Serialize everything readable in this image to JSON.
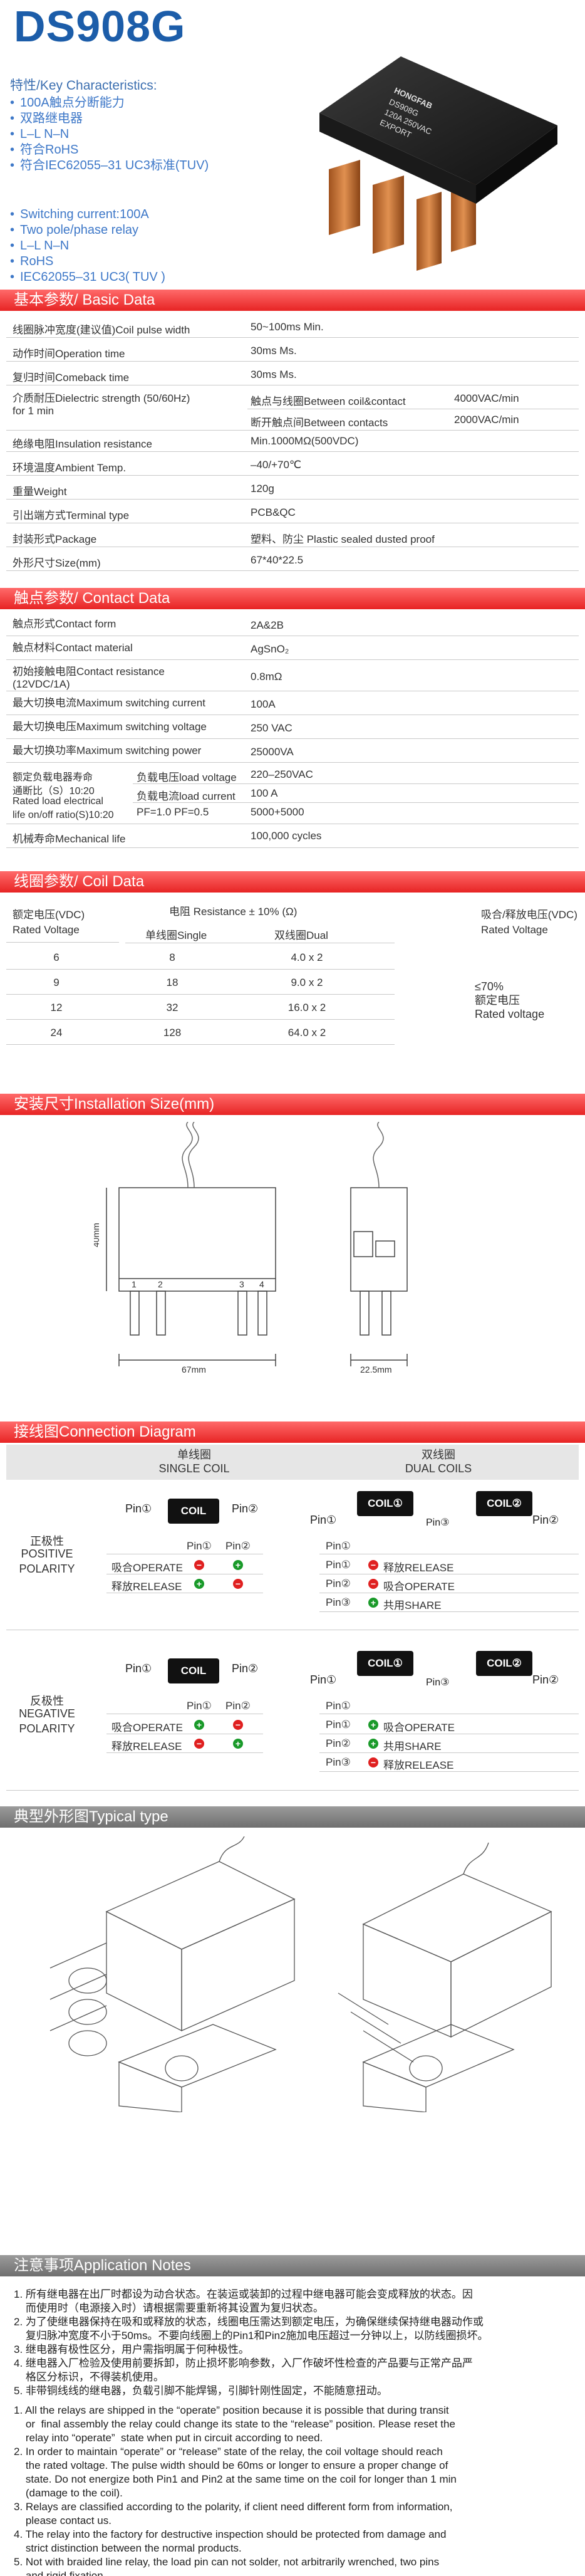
{
  "header": {
    "title": "DS908G",
    "key_characteristics_title": "特性/Key Characteristics:"
  },
  "features_cn": [
    "100A触点分断能力",
    "双路继电器",
    "L–L N–N",
    "符合RoHS",
    "符合IEC62055–31 UC3标准(TUV)"
  ],
  "features_en": [
    "Switching current:100A",
    "Two pole/phase relay",
    "L–L N–N",
    "RoHS",
    "IEC62055–31 UC3( TUV )"
  ],
  "product_image": {
    "label_lines": [
      "HONGFAB",
      "DS908G",
      "120A 250VAC",
      "EXPORT"
    ]
  },
  "basic_data": {
    "title": "基本参数/ Basic  Data",
    "rows": [
      {
        "label": "线圈脉冲宽度(建议值)Coil pulse width",
        "value": "50~100ms Min."
      },
      {
        "label": "动作时间Operation time",
        "value": "30ms Ms."
      },
      {
        "label": "复归时间Comeback time",
        "value": "30ms Ms."
      },
      {
        "label": "介质耐压Dielectric strength\n(50/60Hz) for 1 min",
        "sub": [
          {
            "label": "触点与线圈Between coil&contact",
            "value": "4000VAC/min"
          },
          {
            "label": "断开触点间Between contacts",
            "value": "2000VAC/min"
          }
        ]
      },
      {
        "label": "绝缘电阻Insulation resistance",
        "value": "Min.1000MΩ(500VDC)"
      },
      {
        "label": "环境温度Ambient Temp.",
        "value": "–40/+70℃"
      },
      {
        "label": "重量Weight",
        "value": "120g"
      },
      {
        "label": "引出端方式Terminal type",
        "value": "PCB&QC"
      },
      {
        "label": "封装形式Package",
        "value": "塑料、防尘  Plastic sealed dusted proof"
      },
      {
        "label": "外形尺寸Size(mm)",
        "value": "67*40*22.5"
      }
    ]
  },
  "contact_data": {
    "title": "触点参数/ Contact Data",
    "rows": [
      {
        "label": "触点形式Contact form",
        "value": "2A&2B"
      },
      {
        "label": "触点材料Contact material",
        "value": "AgSnO₂"
      },
      {
        "label": "初始接触电阻Contact resistance\n(12VDC/1A)",
        "value": "0.8mΩ"
      },
      {
        "label": "最大切换电流Maximum switching current",
        "value": "100A"
      },
      {
        "label": "最大切换电压Maximum switching voltage",
        "value": "250 VAC"
      },
      {
        "label": "最大切换功率Maximum switching power",
        "value": "25000VA"
      }
    ],
    "rated_life_label": [
      "额定负载电器寿命",
      "通断比（S）10:20",
      "Rated load electrical",
      "life on/off ratio(S)10:20"
    ],
    "rated_life_sub": [
      {
        "label": "负载电压load voltage",
        "value": "220–250VAC"
      },
      {
        "label": "负载电流load current",
        "value": "100 A"
      },
      {
        "label": "PF=1.0 PF=0.5",
        "value": "5000+5000"
      }
    ],
    "mech_life": {
      "label": "机械寿命Mechanical life",
      "value": "100,000 cycles"
    }
  },
  "coil_data": {
    "title": "线圈参数/ Coil  Data",
    "col_voltage": [
      "额定电压(VDC)",
      "Rated Voltage"
    ],
    "col_resistance": "电阻 Resistance ± 10% (Ω)",
    "col_single": "单线圈Single",
    "col_dual": "双线圈Dual",
    "col_release": [
      "吸合/释放电压(VDC)",
      "Rated Voltage"
    ],
    "release_note": [
      "≤70%",
      "额定电压",
      "Rated voltage"
    ],
    "rows": [
      {
        "v": "6",
        "single": "8",
        "dual": "4.0 x 2"
      },
      {
        "v": "9",
        "single": "18",
        "dual": "9.0 x 2"
      },
      {
        "v": "12",
        "single": "32",
        "dual": "16.0 x 2"
      },
      {
        "v": "24",
        "single": "128",
        "dual": "64.0 x 2"
      }
    ]
  },
  "installation": {
    "title": "安装尺寸Installation Size(mm)",
    "pins": [
      "1",
      "2",
      "3",
      "4"
    ],
    "dim_width": "67mm",
    "dim_height": "40mm",
    "dim_depth": "22.5mm"
  },
  "connection": {
    "title": "接线图Connection Diagram",
    "single_header": [
      "单线圈",
      "SINGLE COIL"
    ],
    "dual_header": [
      "双线圈",
      "DUAL COILS"
    ],
    "positive_label": [
      "正极性",
      "POSITIVE",
      "POLARITY"
    ],
    "negative_label": [
      "反极性",
      "NEGATIVE",
      "POLARITY"
    ],
    "coil": "COIL",
    "coil1": "COIL①",
    "coil2": "COIL②",
    "pin1": "Pin①",
    "pin2": "Pin②",
    "pin3": "Pin③",
    "operate": "吸合OPERATE",
    "release": "释放RELEASE",
    "share": "共用SHARE"
  },
  "typical": {
    "title": "典型外形图Typical type"
  },
  "notes": {
    "title": "注意事项Application Notes",
    "cn": [
      "1. 所有继电器在出厂时都设为动合状态。在装运或装卸的过程中继电器可能会变成释放的状态。因",
      "    而使用时（电源接入时）请根据需要重新将其设置为复归状态。",
      "2. 为了使继电器保持在吸和或释放的状态，线圈电压需达到额定电压，为确保继续保持继电器动作或",
      "    复归脉冲宽度不小于50ms。不要向线圈上的Pin1和Pin2施加电压超过一分钟以上，以防线圈损坏。",
      "3. 继电器有极性区分，用户需指明属于何种极性。",
      "4. 继电器入厂检验及使用前要拆卸，防止损坏影响参数，入厂作破坏性检查的产品要与正常产品严",
      "    格区分标识，不得装机使用。",
      "5. 非带铜线线的继电器，负载引脚不能焊锡，引脚针刚性固定，不能随意扭动。"
    ],
    "en": [
      "1. All the relays are shipped in the “operate” position because it is possible that during transit",
      "    or  final assembly the relay could change its state to the “release” position. Please reset the",
      "    relay into “operate”  state when put in circuit according to need.",
      "2. In order to maintain “operate” or “release” state of the relay, the coil voltage should reach",
      "    the rated voltage. The pulse width should be 60ms or longer to ensure a proper change of",
      "    state. Do not energize both Pin1 and Pin2 at the same time on the coil for longer than 1 min",
      "    (damage to the coil).",
      "3. Relays are classified according to the polarity, if client need different form from information,",
      "    please contact us.",
      "4. The relay into the factory for destructive inspection should be protected from damage and",
      "    strict distinction between the normal products.",
      "5. Not with braided line relay, the load pin can not solder, not arbitrarily wrenched, two pins",
      "    and rigid fixation."
    ]
  },
  "colors": {
    "title_blue": "#1c5da9",
    "section_red": "#e72424",
    "section_gray": "#6f6f6f",
    "indicator_red": "#e02020",
    "indicator_green": "#1a9a2a"
  }
}
